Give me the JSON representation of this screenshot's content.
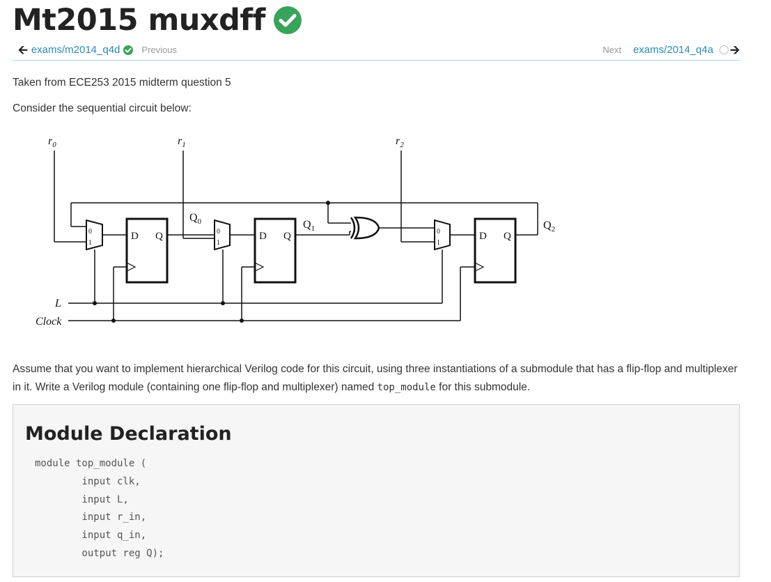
{
  "header": {
    "title": "Mt2015 muxdff"
  },
  "nav": {
    "prev_link": "exams/m2014_q4d",
    "prev_caption": "Previous",
    "next_caption": "Next",
    "next_link": "exams/2014_q4a"
  },
  "content": {
    "p1": "Taken from ECE253 2015 midterm question 5",
    "p2": "Consider the sequential circuit below:",
    "p3_before": "Assume that you want to implement hierarchical Verilog code for this circuit, using three instantiations of a submodule that has a flip-flop and multiplexer in it. Write a Verilog module (containing one flip-flop and multiplexer) named ",
    "p3_code": "top_module",
    "p3_after": " for this submodule."
  },
  "circuit": {
    "r0": "r",
    "r0_sub": "0",
    "r1": "r",
    "r1_sub": "1",
    "r2": "r",
    "r2_sub": "2",
    "q0": "Q",
    "q0_sub": "0",
    "q1": "Q",
    "q1_sub": "1",
    "q2": "Q",
    "q2_sub": "2",
    "l_label": "L",
    "clock_label": "Clock",
    "d_label": "D",
    "q_label": "Q",
    "mux0": "0",
    "mux1": "1"
  },
  "module": {
    "heading": "Module Declaration",
    "code": "module top_module (\n        input clk,\n        input L,\n        input r_in,\n        input q_in,\n        output reg Q);"
  },
  "colors": {
    "check_green": "#3aa35b",
    "link_blue": "#2a8bb5",
    "nav_border": "#a8d8e8"
  }
}
